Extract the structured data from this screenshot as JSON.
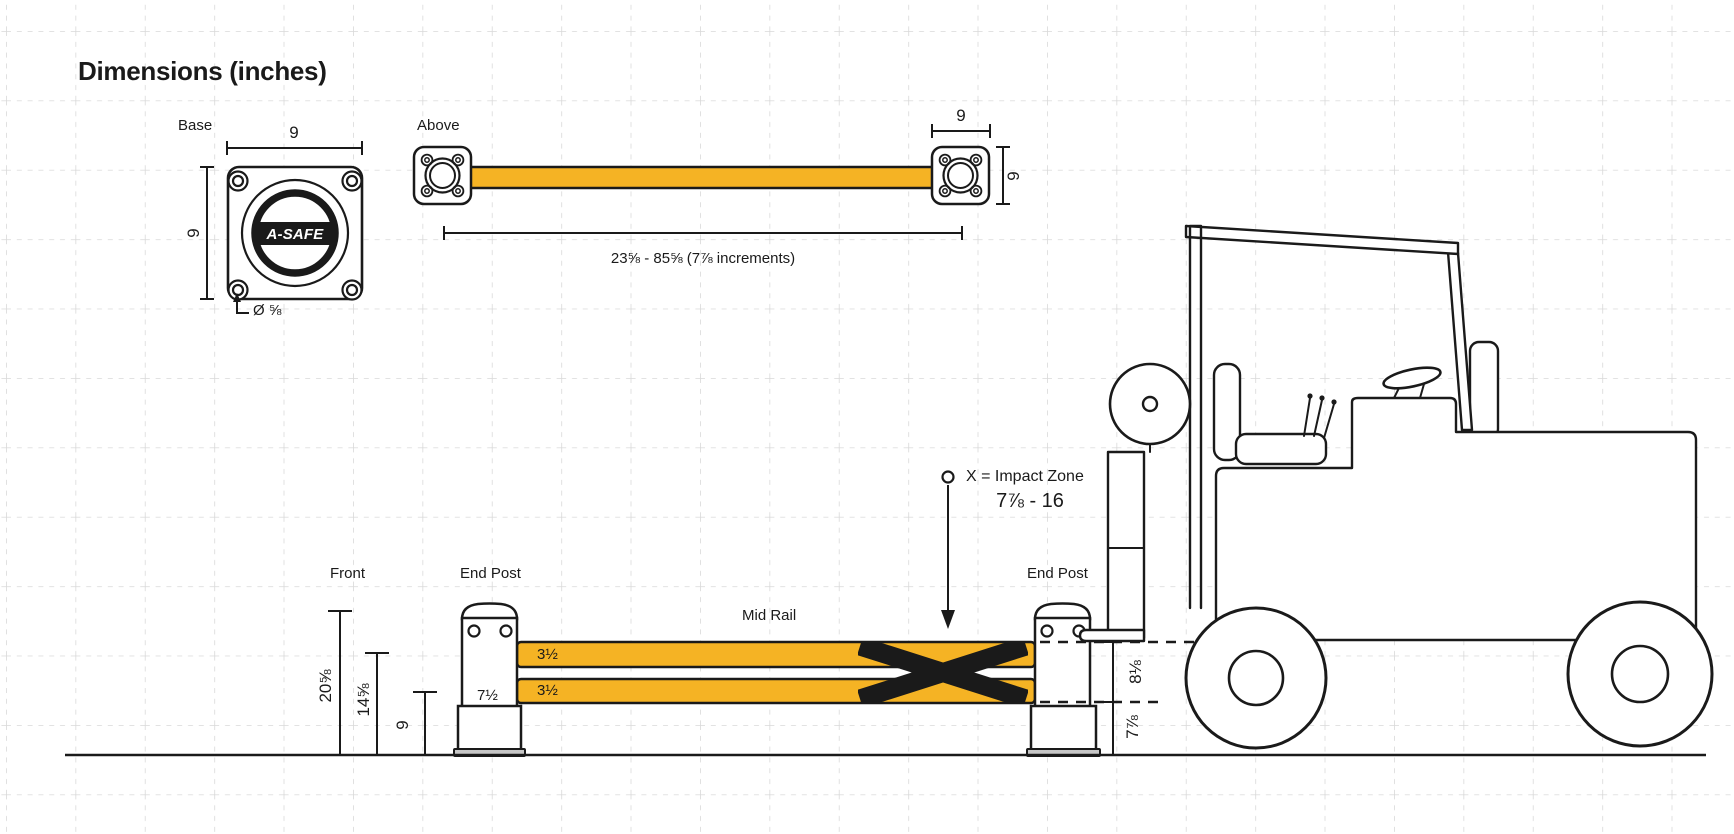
{
  "title": "Dimensions (inches)",
  "colors": {
    "rail_yellow": "#F5B324",
    "line": "#1A1A1A",
    "grid": "#D9D9D9",
    "base_plate_gray": "#C6C6C6"
  },
  "base_view": {
    "label": "Base",
    "width_in": "9",
    "depth_in": "9",
    "hole_diameter": "Ø ⅝",
    "logo_text": "A-SAFE"
  },
  "above_view": {
    "label": "Above",
    "post_width_in": "9",
    "post_depth_in": "9",
    "length_range": "23⅝ - 85⅝ (7⅞ increments)"
  },
  "front_view": {
    "label": "Front",
    "end_post_left": "End Post",
    "end_post_right": "End Post",
    "mid_rail": "Mid Rail",
    "post_height_in": "20⅝",
    "mid_height_in": "14⅝",
    "lower_height_in": "9",
    "base_section_in": "7½",
    "top_rail_in": "3½",
    "bottom_rail_in": "3½",
    "rail_span_in": "8⅛",
    "clearance_in": "7⅞"
  },
  "impact_zone": {
    "legend": "X = Impact Zone",
    "range_in": "7⅞ - 16"
  }
}
